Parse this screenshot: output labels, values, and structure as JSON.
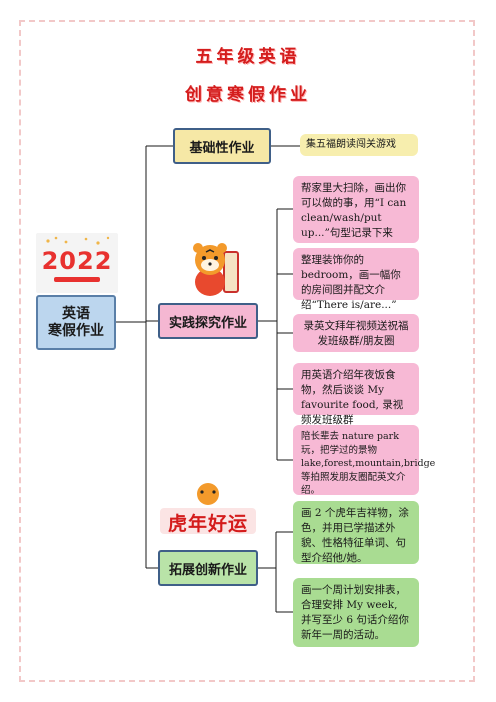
{
  "title": {
    "line1": "五年级英语",
    "line2": "创意寒假作业"
  },
  "root": {
    "line1": "英语",
    "line2": "寒假作业"
  },
  "categories": {
    "basic": "基础性作业",
    "practice": "实践探究作业",
    "extend": "拓展创新作业"
  },
  "basic_items": [
    "集五福朗读闯关游戏"
  ],
  "practice_items": [
    "帮家里大扫除，画出你可以做的事，用“I can clean/wash/put up...”句型记录下来",
    "整理装饰你的 bedroom，画一幅你的房间图并配文介绍“There is/are...”",
    "录英文拜年视频送祝福发班级群/朋友圈",
    "用英语介绍年夜饭食物，然后谈谈 My favourite food, 录视频发班级群",
    "陪长辈去 nature park 玩，把学过的景物 lake,forest,mountain,bridge 等拍照发朋友圈配英文介绍。"
  ],
  "extend_items": [
    "画 2 个虎年吉祥物，涂色，并用已学描述外貌、性格特征单词、句型介绍他/她。",
    "画一个周计划安排表，合理安排 My week, 并写至少 6 句话介绍你新年一周的活动。"
  ],
  "decor": {
    "year": "2022",
    "luck": "虎年好运"
  },
  "colors": {
    "title": "#d41c1c",
    "root": "#bcd6ee",
    "basic": "#f6e8a6",
    "practice": "#f5b7d2",
    "extend": "#b9e3a8",
    "line": "#1a1a1a"
  }
}
